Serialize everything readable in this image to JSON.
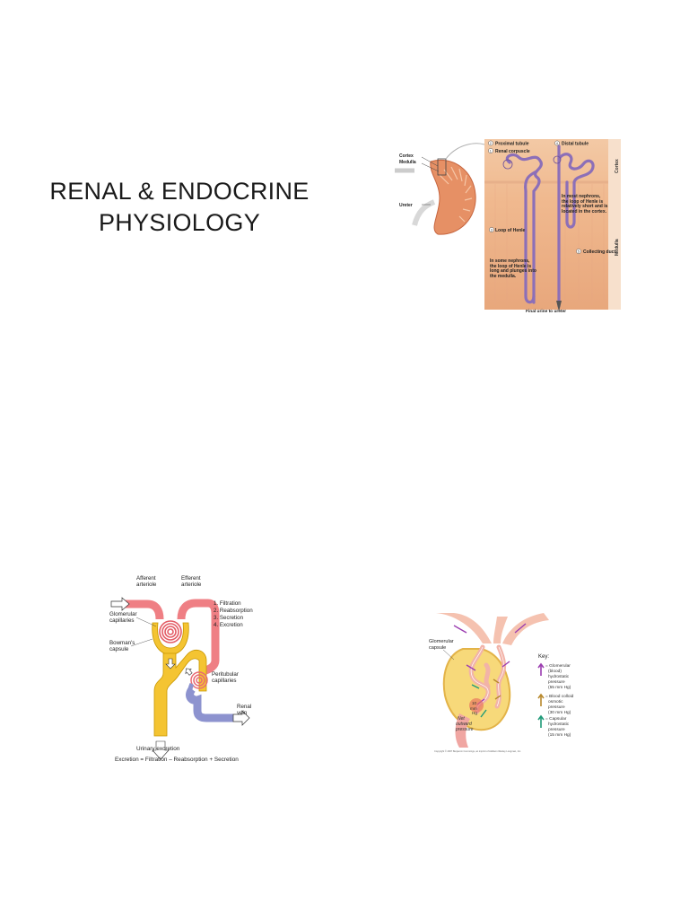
{
  "title": {
    "line1": "RENAL & ENDOCRINE",
    "line2": "PHYSIOLOGY"
  },
  "nephron_figure": {
    "cortex": "Cortex",
    "medulla": "Medulla",
    "ureter": "Ureter",
    "proximal_tubule": "Proximal tubule",
    "distal_tubule": "Distal tubule",
    "renal_corpuscle": "Renal corpuscle",
    "loop_of_henle": "Loop of Henle",
    "collecting_duct": "Collecting duct",
    "note_cortical": "In most nephrons, the loop of Henle is relatively short and is located in the cortex.",
    "note_juxtamedullary": "In some nephrons, the loop of Henle is long and plunges into the medulla.",
    "side_cortex": "Cortex",
    "side_medulla": "Medulla",
    "final_urine": "Final urine to ureter",
    "step_1": "1",
    "step_2": "2",
    "step_3": "3",
    "step_4": "4",
    "step_5": "5"
  },
  "renal_process_figure": {
    "afferent": "Afferent arteriole",
    "efferent": "Efferent arteriole",
    "glomerular_capillaries": "Glomerular capillaries",
    "bowmans_capsule": "Bowman's capsule",
    "peritubular": "Peritubular capillaries",
    "renal_vein": "Renal vein",
    "steps": [
      "1. Filtration",
      "2. Reabsorption",
      "3. Secretion",
      "4. Excretion"
    ],
    "urinary_excretion": "Urinary excretion",
    "equation": "Excretion = Filtration – Reabsorption + Secretion"
  },
  "glomerulus_figure": {
    "glomerular_capsule": "Glomerular capsule",
    "key_title": "Key:",
    "key_1": "= Glomerular (blood) hydrostatic pressure (55 mm Hg)",
    "key_2": "= Blood colloid osmotic pressure (30 mm Hg)",
    "key_3": "= Capsular hydrostatic pressure (15 mm Hg)",
    "net_value": "10 mm Hg",
    "net_label": "Net outward pressure",
    "copyright": "Copyright © 2007 Benjamin Cummings, an imprint of Addison Wesley Longman, Inc.",
    "colors": {
      "purple": "#9b3db0",
      "tan": "#b8892d",
      "teal": "#1f9a78"
    }
  }
}
